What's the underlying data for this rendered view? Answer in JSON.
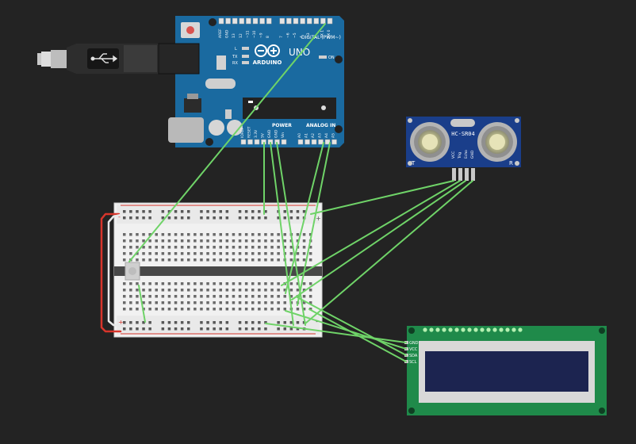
{
  "arduino": {
    "brand": "ARDUINO",
    "model": "UNO",
    "digital_header": "DIGITAL (PWM~)",
    "power_header": "POWER",
    "analog_header": "ANALOG IN",
    "on_label": "ON",
    "led_l": "L",
    "led_tx": "TX",
    "led_rx": "RX",
    "digital_pins": [
      "AREF",
      "GND",
      "13",
      "12",
      "~11",
      "~10",
      "~9",
      "8",
      "7",
      "~6",
      "~5",
      "4",
      "~3",
      "2",
      "TX 1",
      "RX 0"
    ],
    "power_pins": [
      "IOREF",
      "RESET",
      "3.3V",
      "5V",
      "GND",
      "GND",
      "Vin"
    ],
    "analog_pins": [
      "A0",
      "A1",
      "A2",
      "A3",
      "A4",
      "A5"
    ]
  },
  "sensor": {
    "model": "HC-SR04",
    "left_mark": "T",
    "right_mark": "R",
    "pins": [
      "VCC",
      "Trig",
      "Echo",
      "GND"
    ]
  },
  "lcd": {
    "pins": [
      "GND",
      "VCC",
      "SDA",
      "SCL"
    ]
  },
  "breadboard": {
    "rail_plus": "+",
    "rail_minus": "-"
  },
  "colors": {
    "background": "#232323",
    "board_blue": "#1a6aa0",
    "wire_green": "#6fd368",
    "wire_red": "#d8352b",
    "wire_white": "#e8e8e8",
    "lcd_pcb": "#1f8a4a",
    "lcd_screen": "#1c2450"
  }
}
